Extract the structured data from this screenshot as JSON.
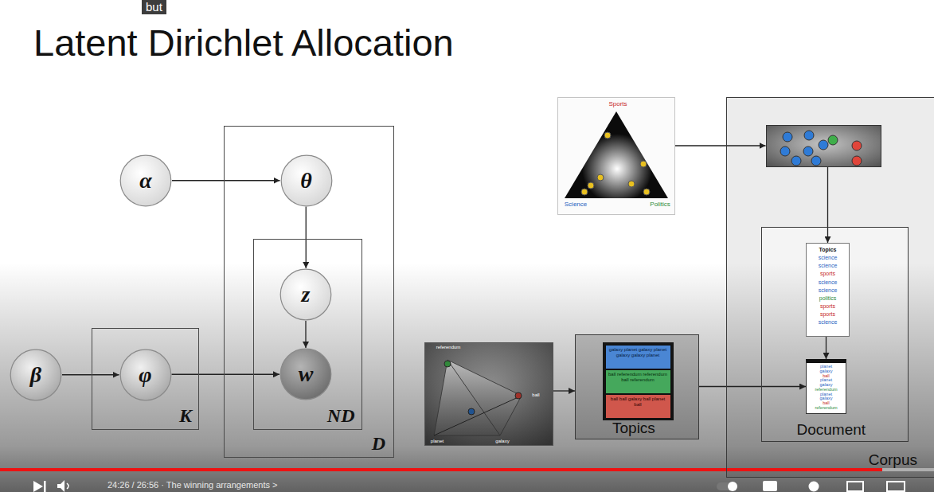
{
  "diagram": {
    "title": "Latent Dirichlet Allocation",
    "nodes": [
      {
        "text": [
          "α"
        ]
      },
      {
        "text": [
          "D"
        ]
      },
      {
        "text": [
          "θ"
        ],
        "in": 1
      },
      {
        "text": [
          "ND"
        ],
        "in": 1
      },
      {
        "text": [
          "z"
        ],
        "in": 3
      },
      {
        "text": [
          "w"
        ],
        "in": 3
      },
      {
        "text": [
          "β"
        ]
      },
      {
        "text": [
          "K"
        ]
      },
      {
        "text": [
          "φ"
        ],
        "in": 7
      },
      {
        "text": [
          "Sports",
          "Science",
          "Politics"
        ]
      },
      {
        "text": [
          "Corpus"
        ]
      },
      {
        "text": [],
        "in": 10
      },
      {
        "text": [
          "Document"
        ],
        "in": 10
      },
      {
        "text": [
          "Topics",
          "science",
          "science",
          "sports",
          "science",
          "science",
          "politics",
          "sports",
          "sports",
          "science"
        ],
        "in": 12
      },
      {
        "text": [
          "planet",
          "galaxy",
          "ball",
          "planet",
          "galaxy",
          "referendum",
          "planet",
          "galaxy",
          "ball",
          "referendum"
        ],
        "in": 12
      },
      {
        "text": [
          "referendum",
          "ball",
          "planet",
          "galaxy"
        ]
      },
      {
        "text": [
          "Topics"
        ]
      },
      {
        "text": [
          "galaxy planet galaxy planet galaxy galaxy planet"
        ],
        "in": 16
      },
      {
        "text": [
          "ball referendum referendum ball referendum"
        ],
        "in": 16
      },
      {
        "text": [
          "ball ball galaxy ball planet ball"
        ],
        "in": 16
      }
    ],
    "edges": [
      {
        "from": 0,
        "to": 2,
        "arrow": "to"
      },
      {
        "from": 2,
        "to": 4,
        "arrow": "to"
      },
      {
        "from": 4,
        "to": 5,
        "arrow": "to"
      },
      {
        "from": 6,
        "to": 8,
        "arrow": "to"
      },
      {
        "from": 8,
        "to": 5,
        "arrow": "to"
      },
      {
        "from": 9,
        "to": 11,
        "arrow": "to"
      },
      {
        "from": 11,
        "to": 13,
        "arrow": "to"
      },
      {
        "from": 13,
        "to": 14,
        "arrow": "to"
      },
      {
        "from": 15,
        "to": 16,
        "arrow": "to"
      },
      {
        "from": 16,
        "to": 14,
        "arrow": "to"
      }
    ],
    "labels": [
      "but",
      "24:26 / 26:56 · The winning arrangements >"
    ]
  }
}
